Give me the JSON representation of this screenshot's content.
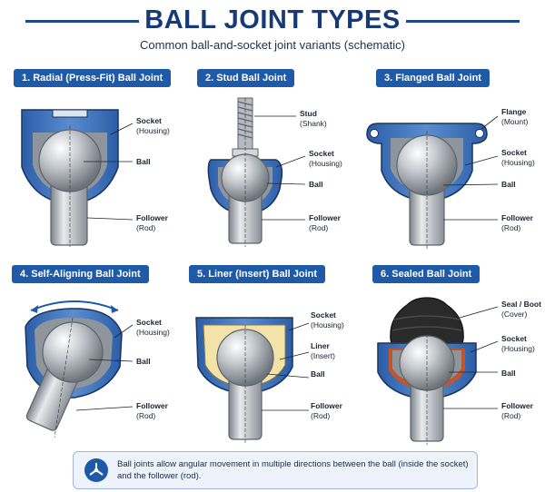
{
  "title": "BALL JOINT TYPES",
  "subtitle": "Common ball-and-socket joint variants (schematic)",
  "panels": [
    {
      "heading": "1. Radial (Press-Fit) Ball Joint",
      "labels": [
        {
          "name": "Socket",
          "sub": "(Housing)"
        },
        {
          "name": "Ball",
          "sub": ""
        },
        {
          "name": "Follower",
          "sub": "(Rod)"
        }
      ]
    },
    {
      "heading": "2. Stud Ball Joint",
      "labels": [
        {
          "name": "Stud",
          "sub": "(Shank)"
        },
        {
          "name": "Socket",
          "sub": "(Housing)"
        },
        {
          "name": "Ball",
          "sub": ""
        },
        {
          "name": "Follower",
          "sub": "(Rod)"
        }
      ]
    },
    {
      "heading": "3. Flanged Ball Joint",
      "labels": [
        {
          "name": "Flange",
          "sub": "(Mount)"
        },
        {
          "name": "Socket",
          "sub": "(Housing)"
        },
        {
          "name": "Ball",
          "sub": ""
        },
        {
          "name": "Follower",
          "sub": "(Rod)"
        }
      ]
    },
    {
      "heading": "4. Self-Aligning Ball Joint",
      "labels": [
        {
          "name": "Socket",
          "sub": "(Housing)"
        },
        {
          "name": "Ball",
          "sub": ""
        },
        {
          "name": "Follower",
          "sub": "(Rod)"
        }
      ]
    },
    {
      "heading": "5. Liner (Insert) Ball Joint",
      "labels": [
        {
          "name": "Socket",
          "sub": "(Housing)"
        },
        {
          "name": "Liner",
          "sub": "(Insert)"
        },
        {
          "name": "Ball",
          "sub": ""
        },
        {
          "name": "Follower",
          "sub": "(Rod)"
        }
      ]
    },
    {
      "heading": "6. Sealed Ball Joint",
      "labels": [
        {
          "name": "Seal / Boot",
          "sub": "(Cover)"
        },
        {
          "name": "Socket",
          "sub": "(Housing)"
        },
        {
          "name": "Ball",
          "sub": ""
        },
        {
          "name": "Follower",
          "sub": "(Rod)"
        }
      ]
    }
  ],
  "footer": {
    "icon": "rotation-axes-icon",
    "text": "Ball joints allow angular movement in multiple directions between the ball (inside the socket) and the follower (rod)."
  },
  "colors": {
    "accent": "#1f5aa8",
    "housing": "#3b6fb8",
    "liner": "#f3e3a8",
    "seal": "#2a2a2a",
    "steel": "#a9adb2"
  }
}
